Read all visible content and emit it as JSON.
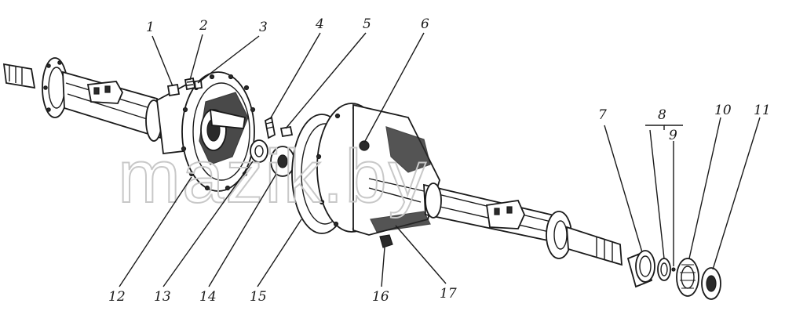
{
  "watermark": "mazik.by",
  "callouts": [
    {
      "id": "1",
      "label": "1"
    },
    {
      "id": "2",
      "label": "2"
    },
    {
      "id": "3",
      "label": "3"
    },
    {
      "id": "4",
      "label": "4"
    },
    {
      "id": "5",
      "label": "5"
    },
    {
      "id": "6",
      "label": "6"
    },
    {
      "id": "7",
      "label": "7"
    },
    {
      "id": "8",
      "label": "8"
    },
    {
      "id": "9",
      "label": "9"
    },
    {
      "id": "10",
      "label": "10"
    },
    {
      "id": "11",
      "label": "11"
    },
    {
      "id": "12",
      "label": "12"
    },
    {
      "id": "13",
      "label": "13"
    },
    {
      "id": "14",
      "label": "14"
    },
    {
      "id": "15",
      "label": "15"
    },
    {
      "id": "16",
      "label": "16"
    },
    {
      "id": "17",
      "label": "17"
    }
  ]
}
